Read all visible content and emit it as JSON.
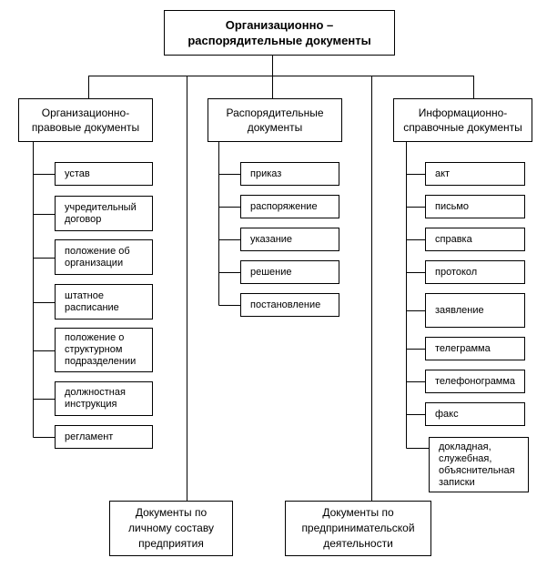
{
  "root": {
    "title": "Организационно – распорядительные документы"
  },
  "categories": [
    {
      "title": "Организационно-правовые документы",
      "items": [
        "устав",
        "учредительный договор",
        "положение об организации",
        "штатное расписание",
        "положение о структурном подразделении",
        "должностная инструкция",
        "регламент"
      ]
    },
    {
      "title": "Распорядительные документы",
      "items": [
        "приказ",
        "распоряжение",
        "указание",
        "решение",
        "постановление"
      ]
    },
    {
      "title": "Информационно-справочные документы",
      "items": [
        "акт",
        "письмо",
        "справка",
        "протокол",
        "заявление",
        "телеграмма",
        "телефонограмма",
        "факс",
        "докладная, служебная, объяснительная записки"
      ]
    }
  ],
  "bottom": [
    {
      "title": "Документы по личному составу предприятия"
    },
    {
      "title": "Документы по предпринимательской деятельности"
    }
  ]
}
